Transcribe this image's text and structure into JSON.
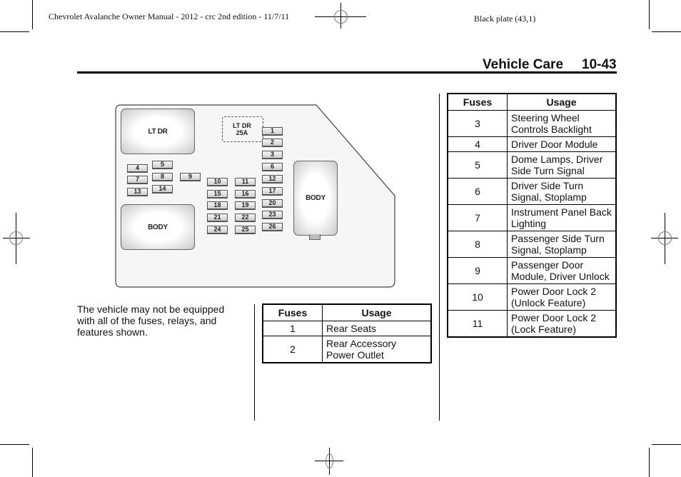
{
  "header": {
    "running_head": "Chevrolet Avalanche Owner Manual - 2012 - crc 2nd edition - 11/7/11",
    "plate": "Black plate (43,1)",
    "section_title": "Vehicle Care",
    "page_number": "10-43"
  },
  "diagram": {
    "relays": {
      "top_left": "LT DR",
      "bottom_left": "BODY",
      "right": "BODY"
    },
    "circuit_breaker": {
      "line1": "LT DR",
      "line2": "25A"
    },
    "fuses": [
      "1",
      "2",
      "3",
      "4",
      "5",
      "6",
      "7",
      "8",
      "9",
      "10",
      "11",
      "12",
      "13",
      "14",
      "15",
      "16",
      "17",
      "18",
      "19",
      "20",
      "21",
      "22",
      "23",
      "24",
      "25",
      "26"
    ]
  },
  "note": "The vehicle may not be equipped with all of the fuses, relays, and features shown.",
  "table1": {
    "headers": [
      "Fuses",
      "Usage"
    ],
    "rows": [
      {
        "fuse": "1",
        "usage": "Rear Seats"
      },
      {
        "fuse": "2",
        "usage": "Rear Accessory Power Outlet"
      }
    ]
  },
  "table2": {
    "headers": [
      "Fuses",
      "Usage"
    ],
    "rows": [
      {
        "fuse": "3",
        "usage": "Steering Wheel Controls Backlight"
      },
      {
        "fuse": "4",
        "usage": "Driver Door Module"
      },
      {
        "fuse": "5",
        "usage": "Dome Lamps, Driver Side Turn Signal"
      },
      {
        "fuse": "6",
        "usage": "Driver Side Turn Signal, Stoplamp"
      },
      {
        "fuse": "7",
        "usage": "Instrument Panel Back Lighting"
      },
      {
        "fuse": "8",
        "usage": "Passenger Side Turn Signal, Stoplamp"
      },
      {
        "fuse": "9",
        "usage": "Passenger Door Module, Driver Unlock"
      },
      {
        "fuse": "10",
        "usage": "Power Door Lock 2 (Unlock Feature)"
      },
      {
        "fuse": "11",
        "usage": "Power Door Lock 2 (Lock Feature)"
      }
    ]
  }
}
